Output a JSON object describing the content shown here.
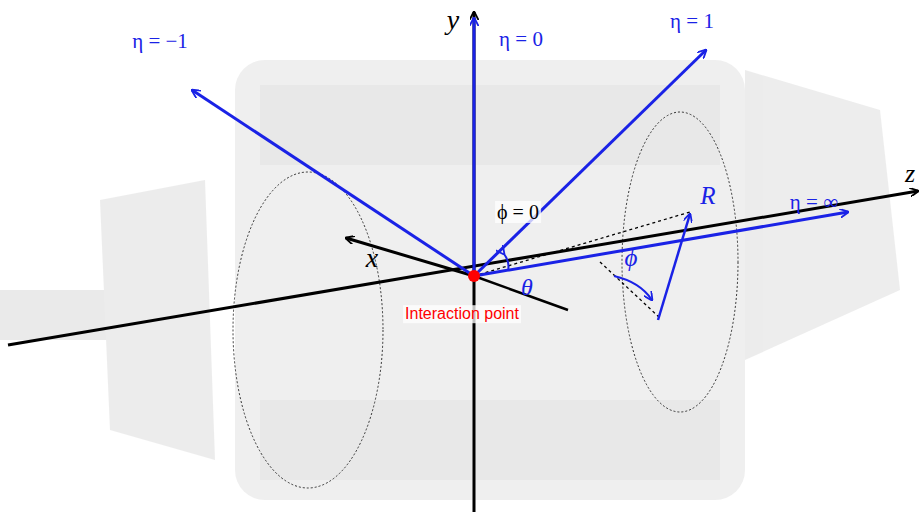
{
  "diagram": {
    "labels": [
      "y",
      "η = 0",
      "η = 1",
      "η = −1",
      "ϕ = 0",
      "ϕ",
      "R",
      "η = ∞",
      "z",
      "x",
      "θ",
      "Interaction point"
    ]
  }
}
